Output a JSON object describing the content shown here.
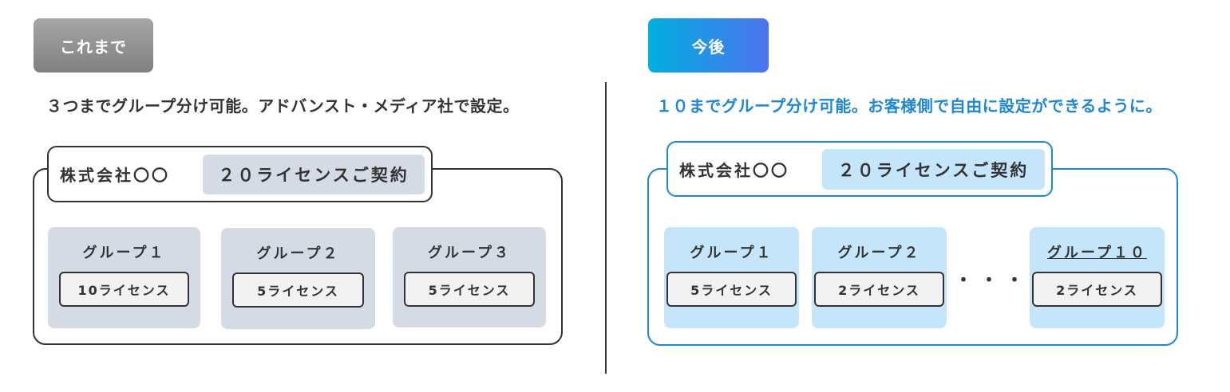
{
  "before": {
    "badge": "これまで",
    "caption": "３つまでグループ分け可能。アドバンスト・メディア社で設定。",
    "company": "株式会社〇〇",
    "contract": "２０ライセンスご契約",
    "groups": [
      {
        "name": "グループ１",
        "license": "10ライセンス"
      },
      {
        "name": "グループ２",
        "license": "5ライセンス"
      },
      {
        "name": "グループ３",
        "license": "5ライセンス"
      }
    ]
  },
  "after": {
    "badge": "今後",
    "caption": "１０までグループ分け可能。お客様側で自由に設定ができるように。",
    "company": "株式会社〇〇",
    "contract": "２０ライセンスご契約",
    "groups": [
      {
        "name": "グループ１",
        "license": "5ライセンス"
      },
      {
        "name": "グループ２",
        "license": "2ライセンス"
      },
      {
        "name": "グループ１０",
        "license": "2ライセンス"
      }
    ],
    "ellipsis": "・・・"
  },
  "colors": {
    "before_fill": "#d5dbe5",
    "after_fill": "#c5e5fb",
    "after_accent": "#1d87d4",
    "outline": "#333333"
  }
}
